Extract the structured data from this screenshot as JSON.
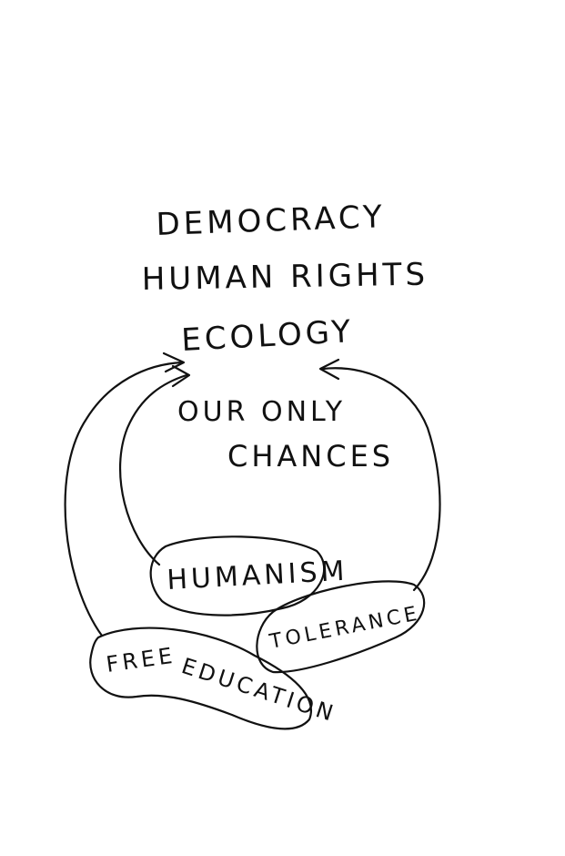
{
  "colors": {
    "ink": "#111111",
    "paper": "#ffffff"
  },
  "lines": {
    "democracy": "DEMOCRACY",
    "human_rights": "HUMAN RIGHTS",
    "ecology": "ECOLOGY",
    "our_only": "OUR ONLY",
    "chances": "CHANCES"
  },
  "bubbles": {
    "humanism": "HUMANISM",
    "tolerance": "TOLERANCE",
    "free": "FREE",
    "education": "EDUCATION"
  }
}
